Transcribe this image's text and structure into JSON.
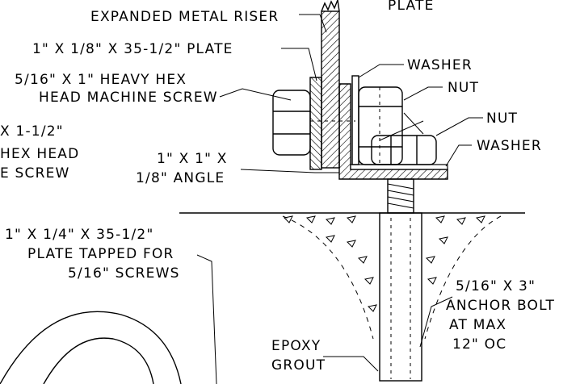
{
  "labels": {
    "plate_top": "PLATE",
    "expanded_metal_riser": "EXPANDED METAL RISER",
    "plate_1": "1\" X 1/8\" X 35-1/2\" PLATE",
    "heavy_hex_line1": "5/16\" X 1\" HEAVY HEX",
    "heavy_hex_line2": "HEAD MACHINE SCREW",
    "washer_upper": "WASHER",
    "nut_upper": "NUT",
    "nut_lower": "NUT",
    "washer_lower": "WASHER",
    "left_screw_line1": "X 1-1/2\"",
    "left_screw_line2": "HEX HEAD",
    "left_screw_line3": "E SCREW",
    "angle_line1": "1\" X 1\" X",
    "angle_line2": "1/8\" ANGLE",
    "tapped_plate_line1": "1\" X 1/4\" X 35-1/2\"",
    "tapped_plate_line2": "PLATE TAPPED FOR",
    "tapped_plate_line3": "5/16\" SCREWS",
    "anchor_line1": "5/16\" X 3\"",
    "anchor_line2": "ANCHOR BOLT",
    "anchor_line3": "AT MAX",
    "anchor_line4": "12\" OC",
    "epoxy_line1": "EPOXY",
    "epoxy_line2": "GROUT"
  }
}
